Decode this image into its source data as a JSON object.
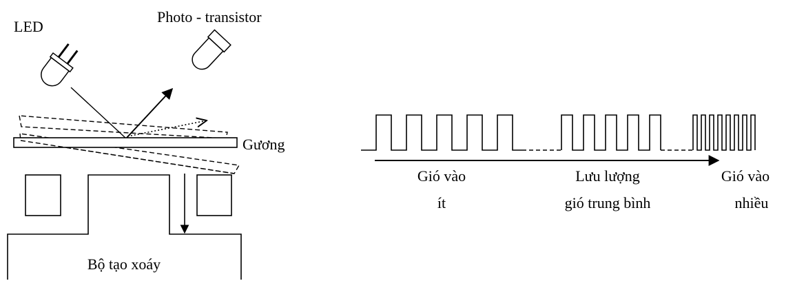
{
  "sensor": {
    "led_label": "LED",
    "phototransistor_label": "Photo - transistor",
    "mirror_label": "Gương",
    "vortex_generator_label": "Bộ tạo xoáy"
  },
  "signal": {
    "low_flow_line1": "Gió vào",
    "low_flow_line2": "ít",
    "medium_flow_line1": "Lưu lượng",
    "medium_flow_line2": "gió trung bình",
    "high_flow_line1": "Gió vào",
    "high_flow_line2": "nhiều"
  }
}
